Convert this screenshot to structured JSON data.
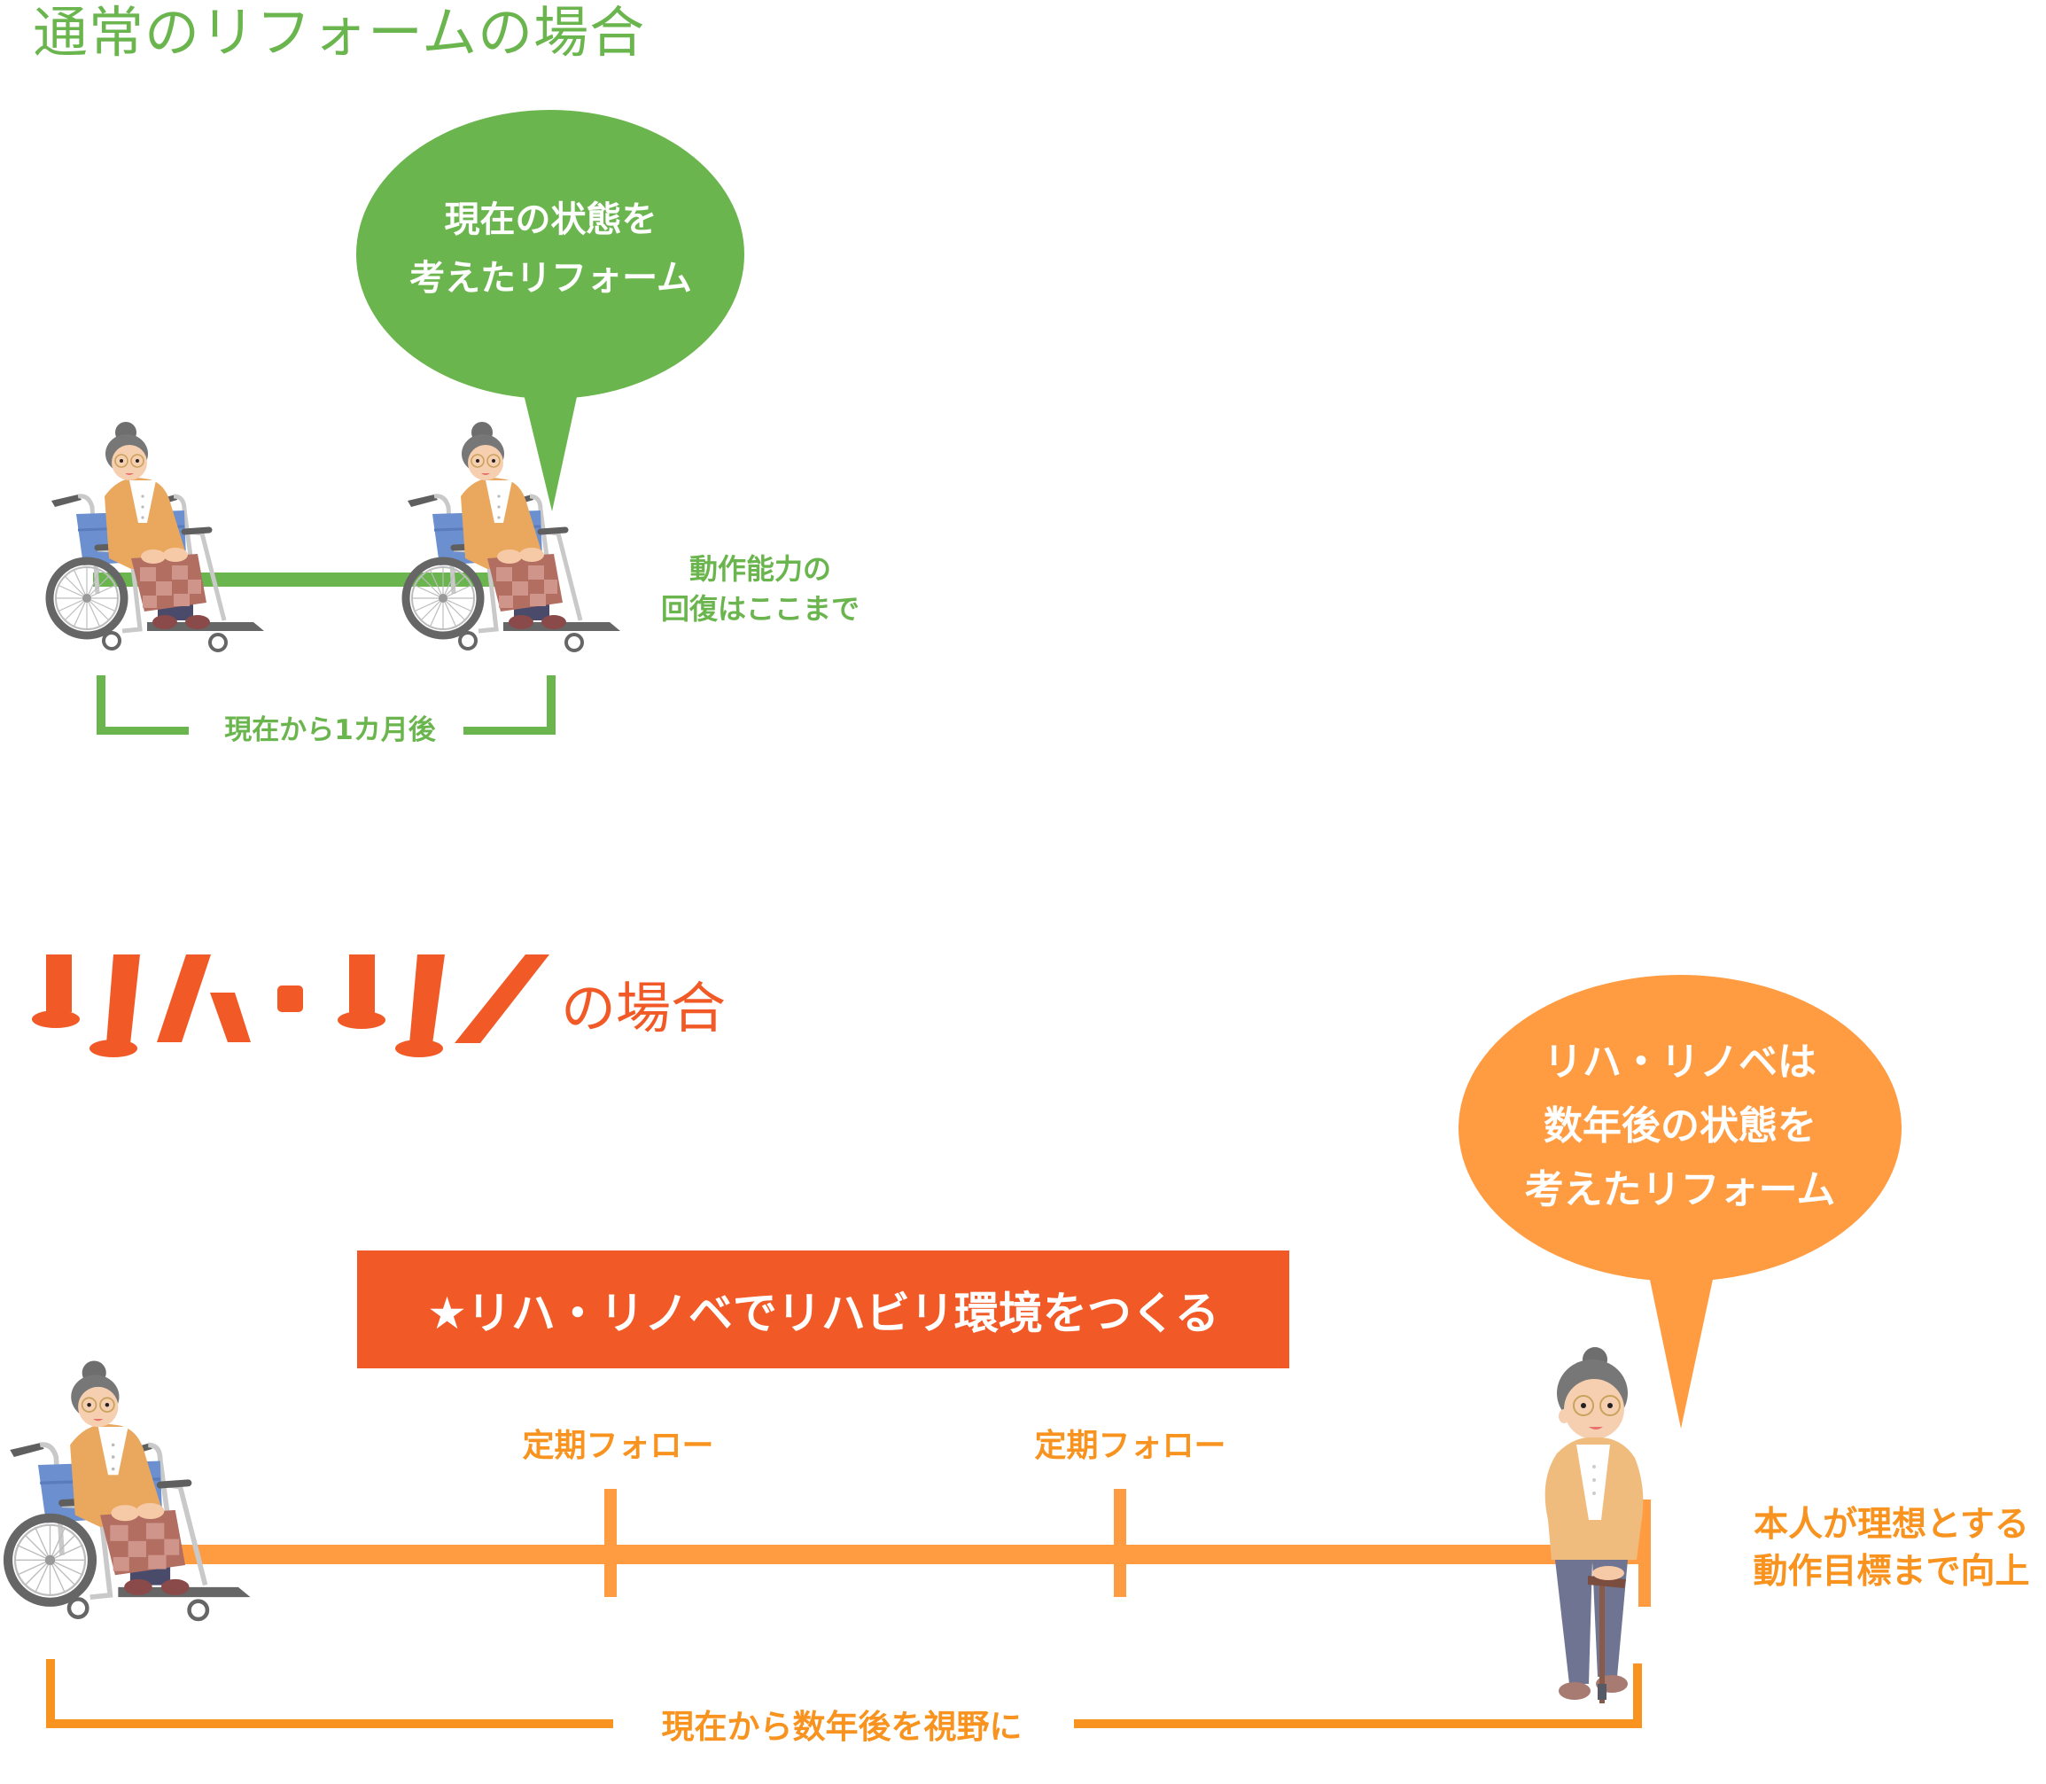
{
  "colors": {
    "green": "#6AB54D",
    "orange_light": "#FF9C42",
    "orange_text": "#F7931E",
    "orange_dark": "#F15A27",
    "white": "#FFFFFF"
  },
  "section_normal": {
    "title": "通常のリフォームの場合",
    "bubble": {
      "line1": "現在の状態を",
      "line2": "考えたリフォーム"
    },
    "recovery_note": {
      "line1": "動作能力の",
      "line2": "回復はここまで"
    },
    "timespan_label": "現在から1カ月後",
    "figures": [
      "wheelchair-person",
      "wheelchair-person"
    ]
  },
  "section_rihareno": {
    "logo_text": "リハ・リノ",
    "title_suffix": "の場合",
    "bubble": {
      "line1": "リハ・リノベは",
      "line2": "数年後の状態を",
      "line3": "考えたリフォーム"
    },
    "banner": "★リハ・リノベでリハビリ環境をつくる",
    "milestones": [
      {
        "label": "定期フォロー"
      },
      {
        "label": "定期フォロー"
      }
    ],
    "goal_note": {
      "line1": "本人が理想とする",
      "line2": "動作目標まで向上"
    },
    "timespan_label": "現在から数年後を視野に",
    "figures": [
      "wheelchair-person",
      "standing-person-with-cane"
    ]
  }
}
